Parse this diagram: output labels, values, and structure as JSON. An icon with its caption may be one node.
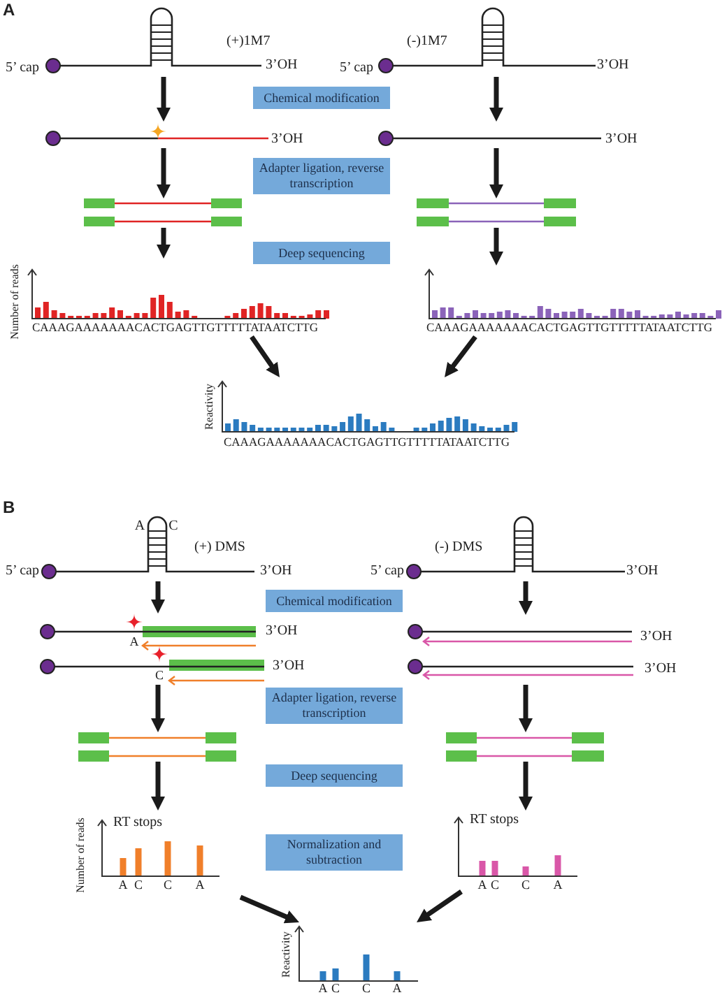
{
  "diagram": {
    "nodes": [
      {
        "text": [
          "(+)1M7"
        ],
        "beside": [
          "5’ cap",
          "3’OH"
        ]
      },
      {
        "text": [
          "(-)1M7"
        ],
        "beside": [
          "5’ cap",
          "3’OH"
        ]
      },
      {
        "text": [
          "Chemical modification"
        ]
      },
      {
        "text": [],
        "shape": "strand",
        "beside": [
          "3’OH"
        ]
      },
      {
        "text": [],
        "shape": "strand",
        "beside": [
          "3’OH"
        ]
      },
      {
        "text": [
          "Adapter ligation, reverse transcription"
        ]
      },
      {
        "text": [],
        "shape": "duplex"
      },
      {
        "text": [],
        "shape": "duplex"
      },
      {
        "text": [
          "Deep sequencing"
        ]
      },
      {
        "text": [],
        "shape": "chart",
        "beside": [
          "Number of reads",
          "CAAAGAAAAAAACACTGAGTTGTTTTTATAATCTTG"
        ]
      },
      {
        "text": [],
        "shape": "chart",
        "beside": [
          "CAAAGAAAAAAACACTGAGTTGTTTTTATAATCTTG"
        ]
      },
      {
        "text": [],
        "shape": "chart",
        "beside": [
          "Reactivity",
          "CAAAGAAAAAAACACTGAGTTGTTTTTATAATCTTG"
        ]
      },
      {
        "text": [
          "A",
          "C",
          "(+) DMS"
        ],
        "beside": [
          "5’ cap",
          "3’OH"
        ]
      },
      {
        "text": [
          "(-) DMS"
        ],
        "beside": [
          "5’ cap",
          "3’OH"
        ]
      },
      {
        "text": [
          "Chemical modification"
        ]
      },
      {
        "text": [
          "A",
          "C"
        ],
        "beside": [
          "3’OH",
          "3’OH"
        ]
      },
      {
        "text": [],
        "shape": "strand",
        "beside": [
          "3’OH",
          "3’OH"
        ]
      },
      {
        "text": [
          "Adapter ligation, reverse transcription"
        ]
      },
      {
        "text": [],
        "shape": "duplex"
      },
      {
        "text": [],
        "shape": "duplex"
      },
      {
        "text": [
          "Deep sequencing"
        ]
      },
      {
        "text": [
          "RT stops"
        ],
        "beside": [
          "Number of reads",
          "A",
          "C",
          "C",
          "A"
        ]
      },
      {
        "text": [
          "Normalization and subtraction"
        ]
      },
      {
        "text": [
          "RT stops"
        ],
        "beside": [
          "A",
          "C",
          "C",
          "A"
        ]
      },
      {
        "text": [],
        "shape": "chart",
        "beside": [
          "Reactivity",
          "A",
          "C",
          "C",
          "A"
        ]
      }
    ],
    "edges": [
      {
        "from": 0,
        "to": 3,
        "arrow": "to"
      },
      {
        "from": 1,
        "to": 4,
        "arrow": "to"
      },
      {
        "from": 3,
        "to": 6,
        "arrow": "to"
      },
      {
        "from": 4,
        "to": 7,
        "arrow": "to"
      },
      {
        "from": 6,
        "to": 9,
        "arrow": "to"
      },
      {
        "from": 7,
        "to": 10,
        "arrow": "to"
      },
      {
        "from": 9,
        "to": 11,
        "arrow": "to"
      },
      {
        "from": 10,
        "to": 11,
        "arrow": "to"
      },
      {
        "from": 12,
        "to": 15,
        "arrow": "to"
      },
      {
        "from": 13,
        "to": 16,
        "arrow": "to"
      },
      {
        "from": 15,
        "to": 18,
        "arrow": "to"
      },
      {
        "from": 16,
        "to": 19,
        "arrow": "to"
      },
      {
        "from": 18,
        "to": 21,
        "arrow": "to"
      },
      {
        "from": 19,
        "to": 23,
        "arrow": "to"
      },
      {
        "from": 21,
        "to": 24,
        "arrow": "to"
      },
      {
        "from": 23,
        "to": 24,
        "arrow": "to"
      }
    ],
    "labels": [
      "A",
      "B"
    ]
  }
}
